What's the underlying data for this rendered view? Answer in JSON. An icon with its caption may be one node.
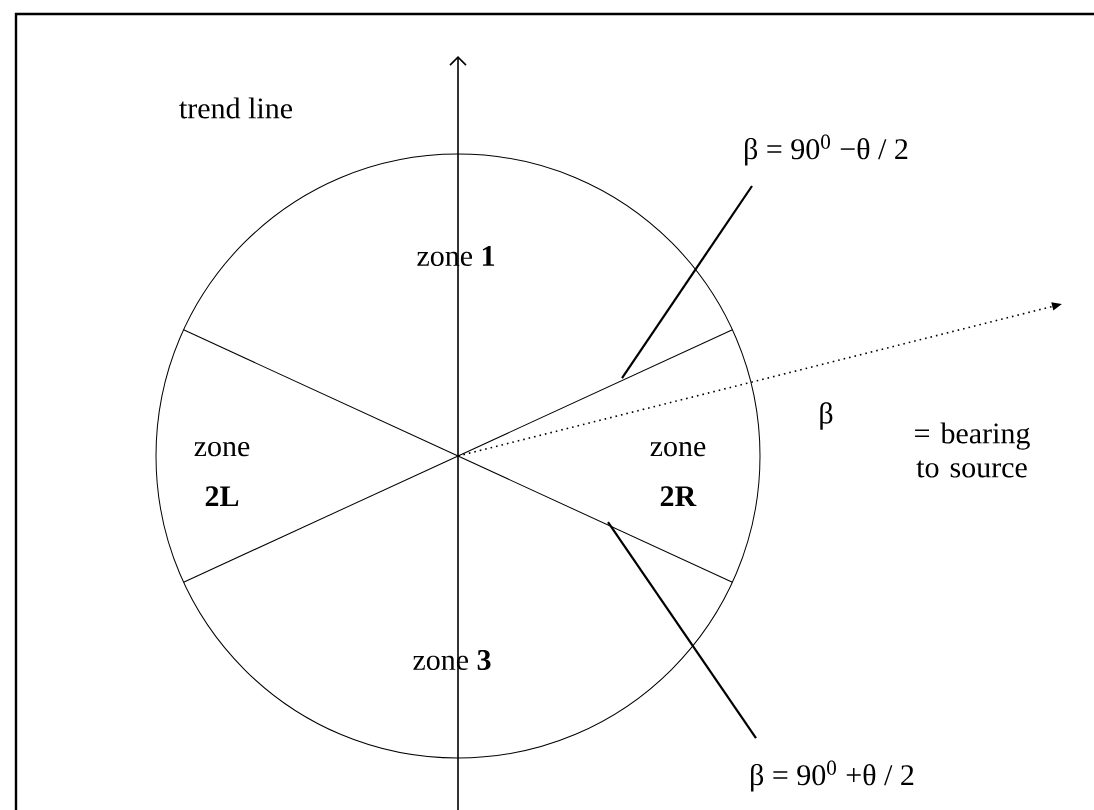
{
  "diagram": {
    "nodes": [
      {
        "text": [
          "β = 90$^{0}$ −θ / 2"
        ]
      },
      {
        "text": [
          "β = 90$^{0}$ +θ / 2"
        ]
      }
    ],
    "edges": [
      {
        "from": 0,
        "to": null,
        "arrow": "none"
      },
      {
        "from": 1,
        "to": null,
        "arrow": "none"
      }
    ],
    "labels": [
      "trend line",
      "zone **1**",
      "zone **2L**",
      "zone **2R**",
      "β",
      "= bearing to source",
      "zone **3**"
    ]
  }
}
